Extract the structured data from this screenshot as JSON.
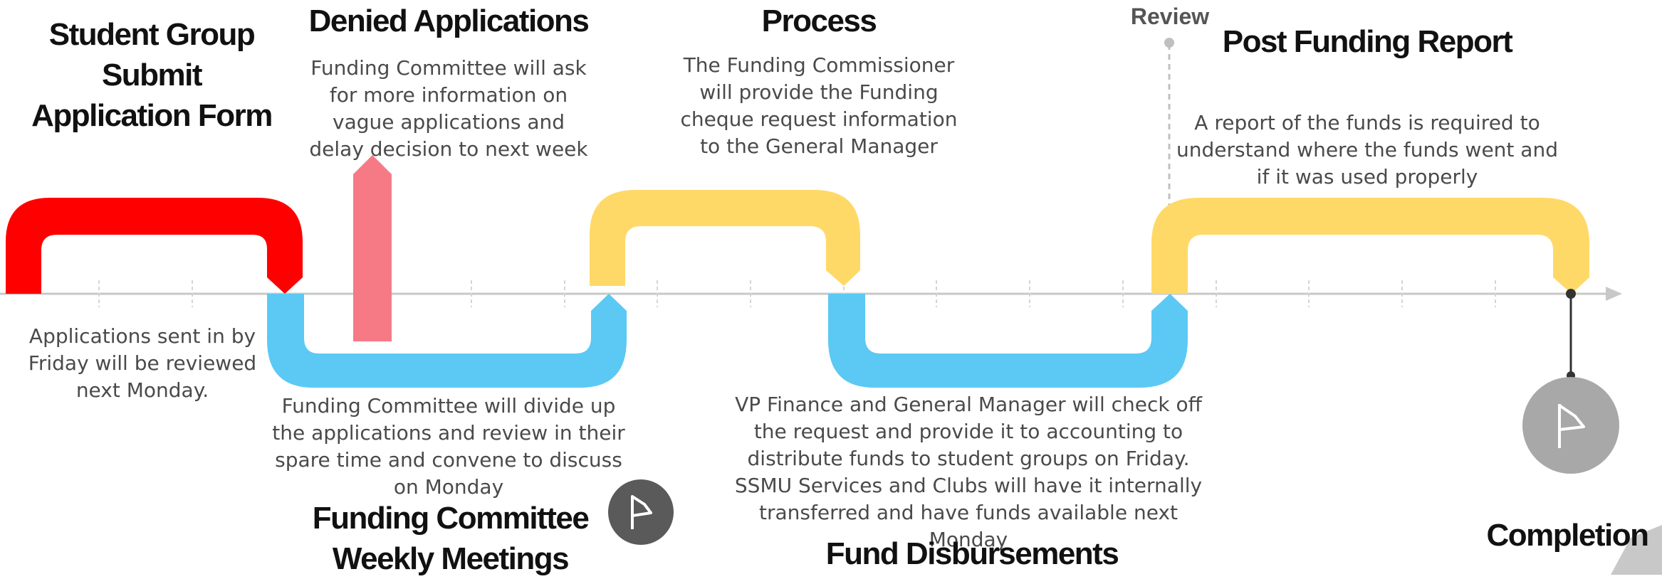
{
  "steps": {
    "submit": {
      "title": "Student Group Submit Application Form",
      "desc": "Applications sent in by Friday will be reviewed next  Monday."
    },
    "denied": {
      "title": "Denied Applications",
      "desc": "Funding Committee will ask for more information on vague applications and delay decision to next week"
    },
    "weekly": {
      "title": "Funding Committee Weekly Meetings",
      "desc": "Funding Committee will divide up the applications and review in their spare time and convene to discuss on Monday"
    },
    "process": {
      "title": "Process",
      "desc": "The Funding Commissioner will provide the Funding cheque request information to the General Manager"
    },
    "disburse": {
      "title": "Fund Disbursements",
      "desc": "VP Finance and General Manager will check off the request and provide it to accounting to distribute funds to student groups on Friday. SSMU Services and Clubs will have it internally transferred and have funds available next Monday"
    },
    "review": {
      "label": "Review"
    },
    "report": {
      "title": "Post Funding Report",
      "desc": "A report of the funds is required to understand where the funds went and if it was used properly"
    },
    "completion": {
      "title": "Completion"
    }
  },
  "colors": {
    "red": "#ff0000",
    "pink": "#f67a85",
    "yellow": "#ffd968",
    "blue": "#5bc9f4",
    "axis": "#c8c8c8",
    "flag_dark": "#5a5a5a",
    "flag_gray": "#a8a8a8"
  },
  "icons": [
    "flag-icon",
    "flag-icon"
  ]
}
